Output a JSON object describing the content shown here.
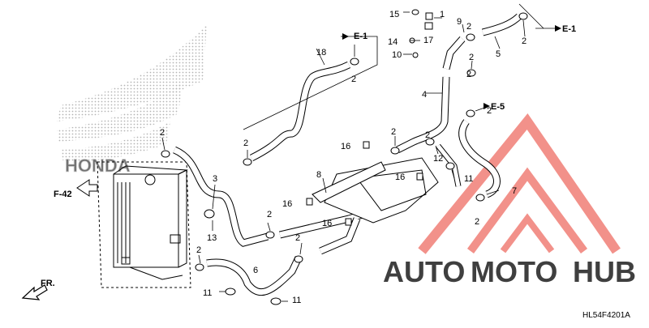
{
  "diagram_code": "HL54F4201A",
  "direction_label": "FR.",
  "references": {
    "e1_top": "E-1",
    "e1_mid": "E-1",
    "e5": "E-5",
    "f42": "F-42"
  },
  "watermark": {
    "part1": "AUTO",
    "part2": "MOTO",
    "part3": "HUB",
    "color_red": "#e8392b",
    "color_orange": "#f39c12",
    "color_gray": "#9a9a9a"
  },
  "brand_mark": "HONDA",
  "part_callouts": [
    "15",
    "1",
    "17",
    "9",
    "2",
    "14",
    "10",
    "2",
    "5",
    "2",
    "18",
    "2",
    "4",
    "2",
    "2",
    "E-5",
    "16",
    "2",
    "12",
    "2",
    "8",
    "16",
    "11",
    "7",
    "3",
    "16",
    "16",
    "2",
    "2",
    "2",
    "13",
    "2",
    "2",
    "6",
    "11",
    "11",
    "2"
  ]
}
